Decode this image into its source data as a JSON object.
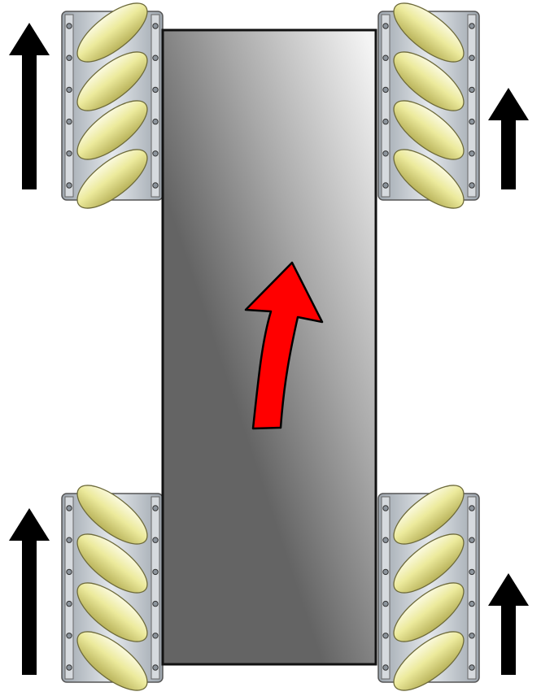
{
  "diagram": {
    "subject": "mecanum-wheel-robot-drive",
    "colors": {
      "background": "#ffffff",
      "chassis_light": "#f4f4f4",
      "chassis_mid": "#a8a8a8",
      "chassis_dark": "#646464",
      "outline": "#111111",
      "motion_arrow": "#ff0000",
      "wheel_arrow": "#000000",
      "roller_light": "#f6f4c4",
      "roller_dark": "#c9c36a",
      "hub_metal": "#c8cdd3"
    },
    "wheels": [
      {
        "id": "front-left",
        "roller_slant": "right",
        "speed_arrow": "long"
      },
      {
        "id": "front-right",
        "roller_slant": "left",
        "speed_arrow": "short"
      },
      {
        "id": "rear-left",
        "roller_slant": "left",
        "speed_arrow": "long"
      },
      {
        "id": "rear-right",
        "roller_slant": "right",
        "speed_arrow": "short"
      }
    ],
    "motion": {
      "type": "forward-with-right-turn",
      "icon": "curved-arrow-icon"
    }
  }
}
